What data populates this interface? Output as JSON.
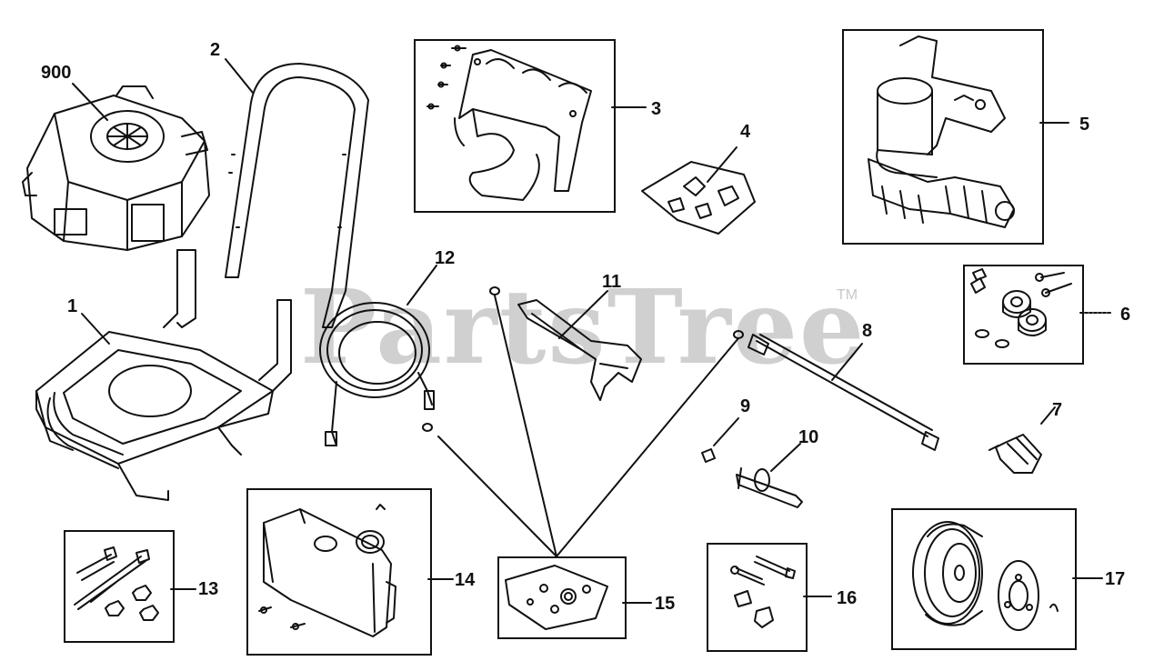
{
  "watermark": {
    "text": "PartsTree",
    "trademark": "TM"
  },
  "callouts": {
    "p900": "900",
    "p1": "1",
    "p2": "2",
    "p3": "3",
    "p4": "4",
    "p5": "5",
    "p6": "6",
    "p7": "7",
    "p8": "8",
    "p9": "9",
    "p10": "10",
    "p11": "11",
    "p12": "12",
    "p13": "13",
    "p14": "14",
    "p15": "15",
    "p16": "16",
    "p17": "17"
  }
}
